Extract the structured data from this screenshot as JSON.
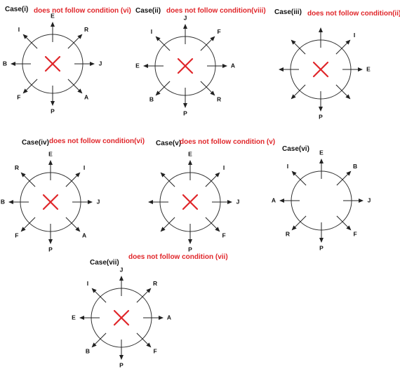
{
  "colors": {
    "accent": "#e0262a",
    "ink": "#222222"
  },
  "cases": [
    {
      "title": "Case(i)",
      "note": "does not follow condition (vi)",
      "cross": true,
      "labels": {
        "top": "E",
        "ne": "R",
        "right": "J",
        "se": "A",
        "bottom": "P",
        "sw": "F",
        "left": "B",
        "nw": "I"
      }
    },
    {
      "title": "Case(ii)",
      "note": "does not follow condition(viii)",
      "cross": true,
      "labels": {
        "top": "J",
        "ne": "F",
        "right": "A",
        "se": "R",
        "bottom": "P",
        "sw": "B",
        "left": "E",
        "nw": "I"
      }
    },
    {
      "title": "Case(iii)",
      "note": "does not follow condition(ii)",
      "cross": true,
      "labels": {
        "top": "",
        "ne": "I",
        "right": "E",
        "se": "",
        "bottom": "P",
        "sw": "",
        "left": "",
        "nw": ""
      }
    },
    {
      "title": "Case(iv)",
      "note": "does not follow condition(vi)",
      "cross": true,
      "labels": {
        "top": "E",
        "ne": "I",
        "right": "J",
        "se": "A",
        "bottom": "P",
        "sw": "F",
        "left": "B",
        "nw": "R"
      }
    },
    {
      "title": "Case(v)",
      "note": "does not follow condition (v)",
      "cross": true,
      "labels": {
        "top": "E",
        "ne": "I",
        "right": "J",
        "se": "F",
        "bottom": "P",
        "sw": "",
        "left": "",
        "nw": ""
      }
    },
    {
      "title": "Case(vi)",
      "note": "",
      "cross": false,
      "labels": {
        "top": "E",
        "ne": "B",
        "right": "J",
        "se": "F",
        "bottom": "P",
        "sw": "R",
        "left": "A",
        "nw": "I"
      }
    },
    {
      "title": "Case(vii)",
      "note": "does not follow condition (vii)",
      "cross": true,
      "labels": {
        "top": "J",
        "ne": "R",
        "right": "A",
        "se": "F",
        "bottom": "P",
        "sw": "B",
        "left": "E",
        "nw": "I"
      }
    }
  ]
}
